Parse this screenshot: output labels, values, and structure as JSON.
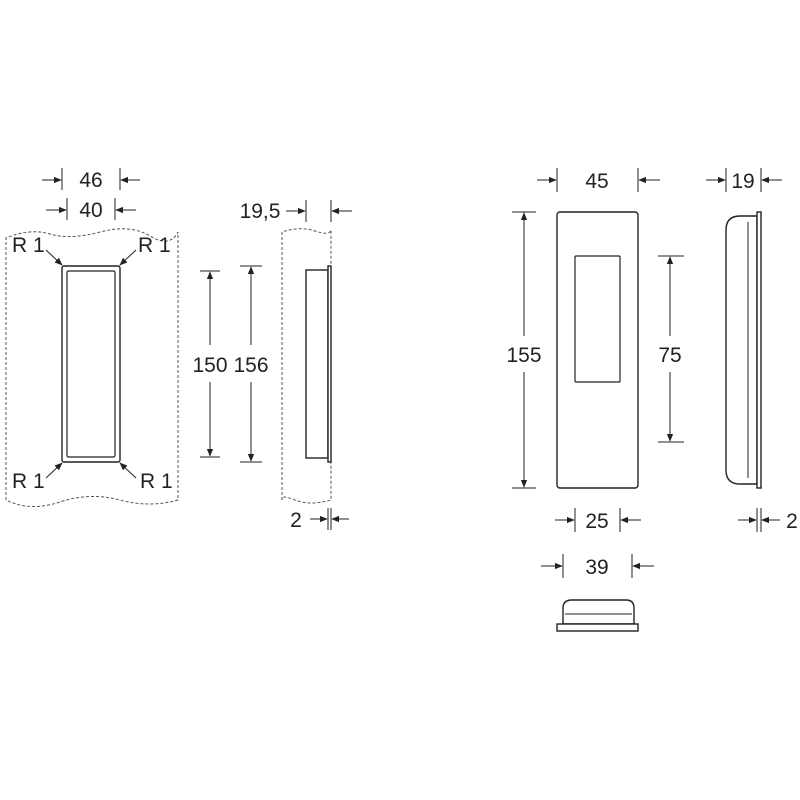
{
  "colors": {
    "line": "#222222",
    "background": "#ffffff"
  },
  "front_view_mortise": {
    "width_outer": "46",
    "width_inner": "40",
    "height_inner": "150",
    "height_outer": "156",
    "radius_top_left": "R 1",
    "radius_top_right": "R 1",
    "radius_bottom_left": "R 1",
    "radius_bottom_right": "R 1"
  },
  "section_view_mortise": {
    "depth": "19,5",
    "flange_thickness": "2"
  },
  "front_view_handle": {
    "width": "45",
    "height": "155",
    "recess_height": "75",
    "recess_width": "25"
  },
  "side_view_handle": {
    "depth": "19",
    "flange_thickness": "2"
  },
  "bottom_view_handle": {
    "width": "39"
  }
}
